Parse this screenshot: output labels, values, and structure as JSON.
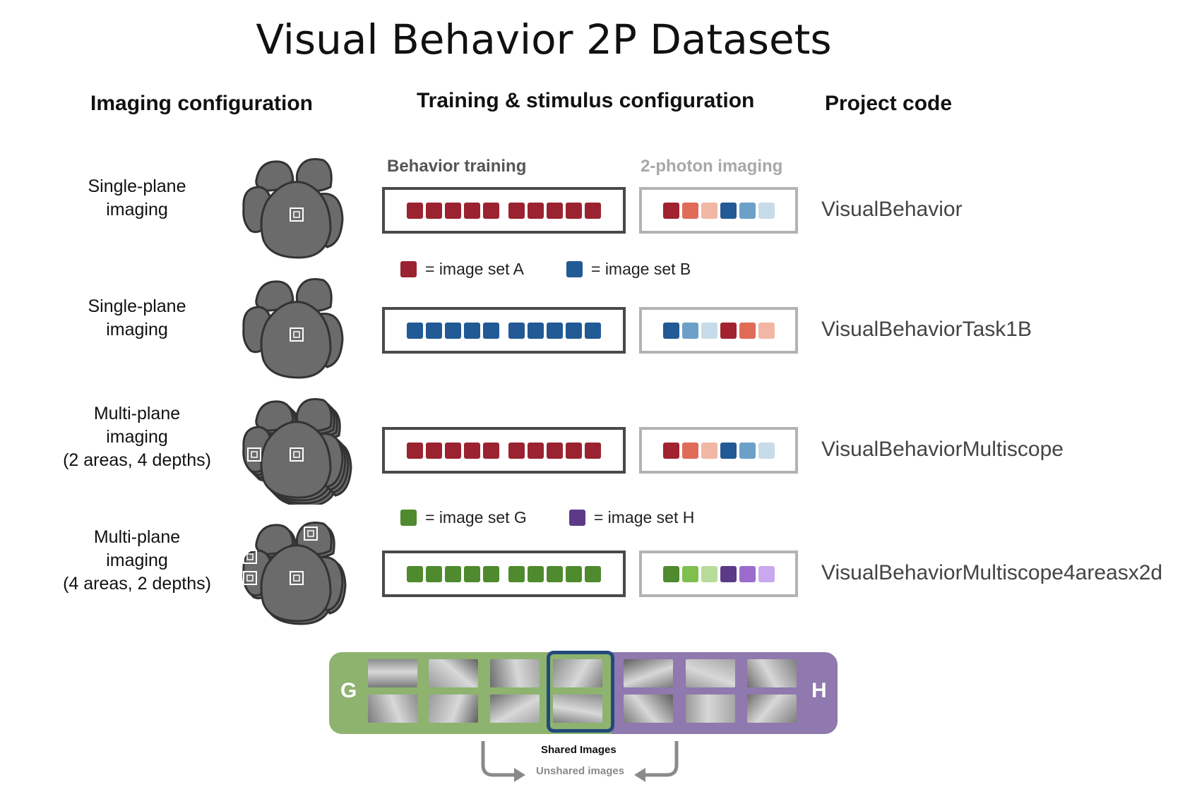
{
  "title": "Visual Behavior 2P Datasets",
  "headers": {
    "imaging": "Imaging configuration",
    "training": "Training & stimulus configuration",
    "project": "Project code"
  },
  "subheaders": {
    "behavior": "Behavior training",
    "imaging2p": "2-photon imaging"
  },
  "rows": [
    {
      "label_lines": [
        "Single-plane",
        "imaging"
      ],
      "brain_type": "single-plane-brain",
      "training_colors": [
        "#9b2230",
        "#9b2230",
        "#9b2230",
        "#9b2230",
        "#9b2230",
        "#9b2230",
        "#9b2230",
        "#9b2230",
        "#9b2230",
        "#9b2230"
      ],
      "imaging_colors": [
        "#a0232f",
        "#e06b57",
        "#f2b7a4",
        "#215a94",
        "#6ca0c8",
        "#c7dceb"
      ],
      "project": "VisualBehavior"
    },
    {
      "label_lines": [
        "Single-plane",
        "imaging"
      ],
      "brain_type": "single-plane-brain",
      "training_colors": [
        "#215a94",
        "#215a94",
        "#215a94",
        "#215a94",
        "#215a94",
        "#215a94",
        "#215a94",
        "#215a94",
        "#215a94",
        "#215a94"
      ],
      "imaging_colors": [
        "#215a94",
        "#6ca0c8",
        "#c7dceb",
        "#a0232f",
        "#e06b57",
        "#f2b7a4"
      ],
      "project": "VisualBehaviorTask1B"
    },
    {
      "label_lines": [
        "Multi-plane",
        "imaging",
        "(2 areas, 4 depths)"
      ],
      "brain_type": "multi-plane-brain",
      "training_colors": [
        "#9b2230",
        "#9b2230",
        "#9b2230",
        "#9b2230",
        "#9b2230",
        "#9b2230",
        "#9b2230",
        "#9b2230",
        "#9b2230",
        "#9b2230"
      ],
      "imaging_colors": [
        "#a0232f",
        "#e06b57",
        "#f2b7a4",
        "#215a94",
        "#6ca0c8",
        "#c7dceb"
      ],
      "project": "VisualBehaviorMultiscope"
    },
    {
      "label_lines": [
        "Multi-plane",
        "imaging",
        "(4 areas, 2 depths)"
      ],
      "brain_type": "four-area-brain",
      "training_colors": [
        "#4f8a2e",
        "#4f8a2e",
        "#4f8a2e",
        "#4f8a2e",
        "#4f8a2e",
        "#4f8a2e",
        "#4f8a2e",
        "#4f8a2e",
        "#4f8a2e",
        "#4f8a2e"
      ],
      "imaging_colors": [
        "#4f8a2e",
        "#7fbf4d",
        "#b7dc9a",
        "#5c3a87",
        "#9b6ccc",
        "#c9a8f0"
      ],
      "project": "VisualBehaviorMultiscope4areasx2d"
    }
  ],
  "legends": [
    {
      "items": [
        {
          "color": "#9b2230",
          "text": "= image set A"
        },
        {
          "color": "#215a94",
          "text": "= image set B"
        }
      ]
    },
    {
      "items": [
        {
          "color": "#4f8a2e",
          "text": "= image set G"
        },
        {
          "color": "#5c3a87",
          "text": "= image set H"
        }
      ]
    }
  ],
  "banner": {
    "left_letter": "G",
    "right_letter": "H",
    "left_color": "#8db36f",
    "right_color": "#8f79ae",
    "shared_border": "#234a7a",
    "shared_label": "Shared Images",
    "unshared_label": "Unshared images"
  },
  "colors": {
    "brain_fill": "#6b6b6b",
    "brain_stroke": "#333333",
    "box_dark": "#4a4a4a",
    "box_light": "#b3b3b3",
    "subhead_dark": "#555555",
    "subhead_light": "#a8a8a8"
  }
}
